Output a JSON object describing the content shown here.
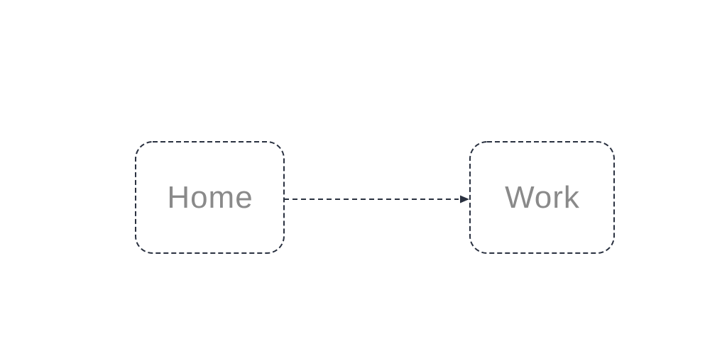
{
  "diagram": {
    "nodes": [
      {
        "id": "home",
        "label": "Home"
      },
      {
        "id": "work",
        "label": "Work"
      }
    ],
    "edges": [
      {
        "from": "home",
        "to": "work",
        "style": "dashed",
        "arrowhead": "filled-triangle",
        "direction": "left-to-right"
      }
    ],
    "colors": {
      "stroke": "#2a3140",
      "label_text": "#8a8a8a",
      "background": "#ffffff"
    }
  }
}
